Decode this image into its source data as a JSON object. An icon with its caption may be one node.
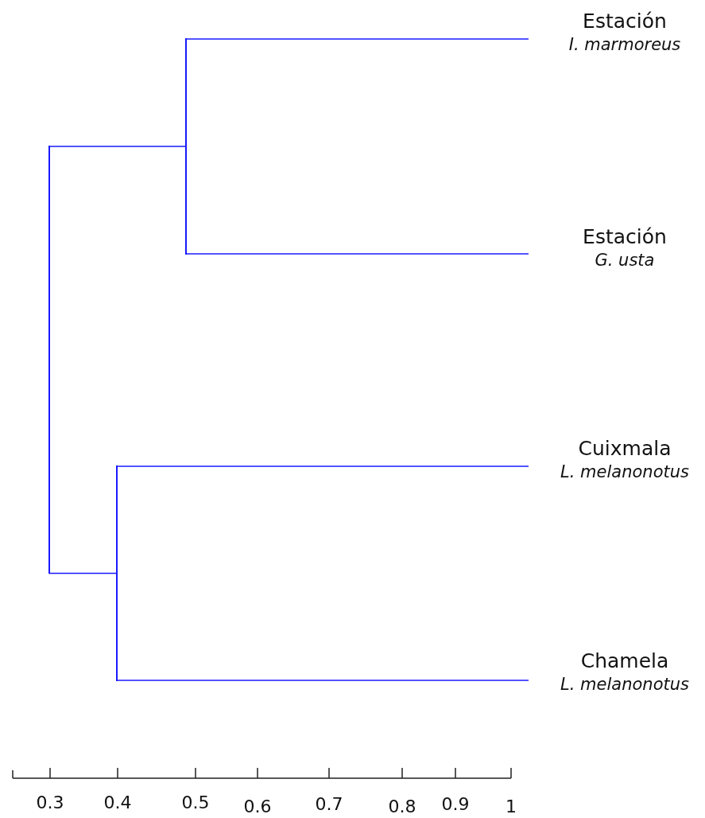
{
  "diagram": {
    "nodes": [
      {
        "text": [],
        "shape": "bar"
      },
      {
        "text": [],
        "shape": "bar"
      },
      {
        "text": [
          "Estación",
          "I. marmoreus"
        ]
      },
      {
        "text": [
          "Estación",
          "G. usta"
        ]
      },
      {
        "text": [],
        "shape": "bar"
      },
      {
        "text": [
          "Cuixmala",
          "L. melanonotus"
        ]
      },
      {
        "text": [
          "Chamela",
          "L. melanonotus"
        ]
      }
    ],
    "edges": [
      {
        "from": 0,
        "to": 1,
        "arrow": "none"
      },
      {
        "from": 0,
        "to": 4,
        "arrow": "none"
      },
      {
        "from": 1,
        "to": 2,
        "arrow": "none"
      },
      {
        "from": 1,
        "to": 3,
        "arrow": "none"
      },
      {
        "from": 4,
        "to": 5,
        "arrow": "none"
      },
      {
        "from": 4,
        "to": 6,
        "arrow": "none"
      }
    ],
    "labels": [
      "0.3",
      "0.4",
      "0.5",
      "0.6",
      "0.7",
      "0.8",
      "0.9",
      "1"
    ]
  }
}
